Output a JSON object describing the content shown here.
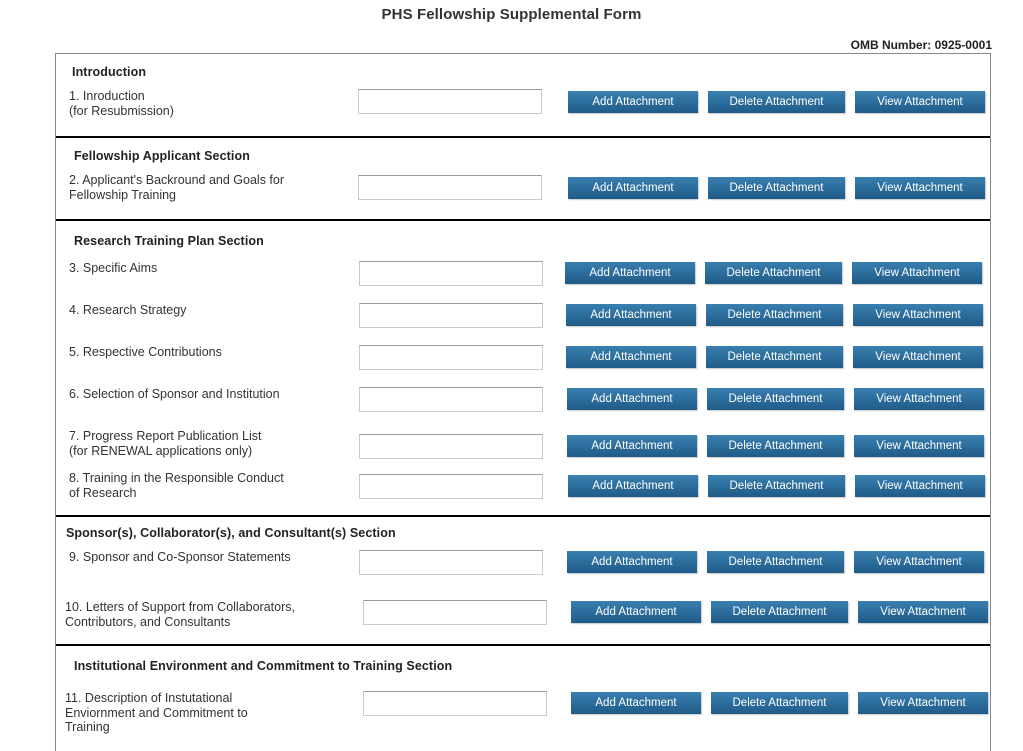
{
  "page": {
    "title": "PHS Fellowship Supplemental Form",
    "omb": "OMB Number: 0925-0001"
  },
  "buttons": {
    "add": "Add Attachment",
    "delete": "Delete Attachment",
    "view": "View Attachment"
  },
  "colors": {
    "button_blue": "#2d6f9e",
    "button_blue_dark": "#205b87",
    "text": "#333333",
    "border": "#888888"
  },
  "sections": [
    {
      "heading": "Introduction",
      "rows": [
        {
          "number": "1.",
          "label": "1. Inroduction\n    (for Resubmission)",
          "value": ""
        }
      ]
    },
    {
      "heading": "Fellowship Applicant Section",
      "rows": [
        {
          "number": "2.",
          "label": "2. Applicant's Backround and Goals for\n    Fellowship Training",
          "value": ""
        }
      ]
    },
    {
      "heading": "Research Training Plan Section",
      "rows": [
        {
          "number": "3.",
          "label": "3. Specific Aims",
          "value": ""
        },
        {
          "number": "4.",
          "label": "4. Research Strategy",
          "value": ""
        },
        {
          "number": "5.",
          "label": "5. Respective Contributions",
          "value": ""
        },
        {
          "number": "6.",
          "label": "6. Selection of Sponsor and Institution",
          "value": ""
        },
        {
          "number": "7.",
          "label": "7. Progress Report Publication List\n    (for RENEWAL applications only)",
          "value": ""
        },
        {
          "number": "8.",
          "label": "8. Training in the Responsible Conduct\n    of Research",
          "value": ""
        }
      ]
    },
    {
      "heading": "Sponsor(s), Collaborator(s), and Consultant(s) Section",
      "rows": [
        {
          "number": "9.",
          "label": "9. Sponsor and Co-Sponsor Statements",
          "value": ""
        },
        {
          "number": "10.",
          "label": "10. Letters of Support from Collaborators,\n      Contributors, and Consultants",
          "value": ""
        }
      ]
    },
    {
      "heading": "Institutional Environment and Commitment to Training Section",
      "rows": [
        {
          "number": "11.",
          "label": "11. Description of Instutational\n      Enviornment and Commitment to\n      Training",
          "value": ""
        }
      ]
    }
  ]
}
